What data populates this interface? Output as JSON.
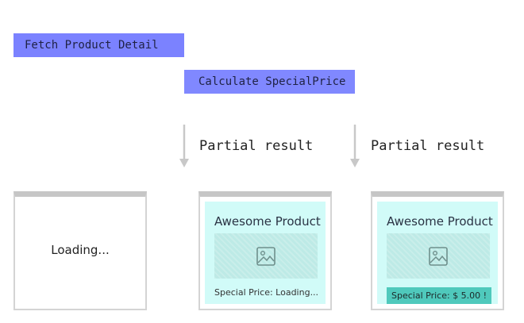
{
  "colors": {
    "bar_fetch": "#7b82ff",
    "bar_calc": "#8088ff",
    "arrow": "#c8c8c8",
    "card_bg": "#d1fbf8",
    "price_highlight": "#4fc9bc"
  },
  "steps": {
    "fetch_label": "Fetch Product Detail",
    "calc_label": "Calculate SpecialPrice"
  },
  "partials": [
    "Partial result",
    "Partial result"
  ],
  "frames": {
    "loading_text": "Loading...",
    "partial_card": {
      "title": "Awesome Product",
      "price": "Special Price: Loading...",
      "icon": "image-placeholder-icon"
    },
    "final_card": {
      "title": "Awesome Product",
      "price": "Special Price: $ 5.00 !",
      "icon": "image-placeholder-icon"
    }
  }
}
